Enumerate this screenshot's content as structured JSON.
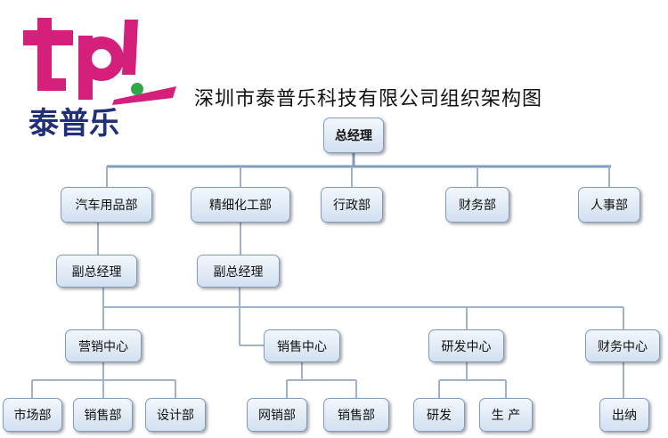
{
  "logo": {
    "mark": "tpl",
    "company_name": "泰普乐"
  },
  "title": "深圳市泰普乐科技有限公司组织架构图",
  "colors": {
    "logo_magenta": "#d4207a",
    "logo_green": "#2fa84a",
    "logo_navy": "#22307a",
    "node_border": "#7f9cbf",
    "line": "#9fb2cc",
    "bus_line": "#7f9cbf"
  },
  "org": {
    "ceo": "总经理",
    "departments": {
      "auto": "汽车用品部",
      "chem": "精细化工部",
      "admin": "行政部",
      "finance": "财务部",
      "hr": "人事部"
    },
    "deputy_auto": "副总经理",
    "deputy_chem": "副总经理",
    "centers": {
      "marketing": "营销中心",
      "sales": "销售中心",
      "rnd": "研发中心",
      "finance": "财务中心"
    },
    "units": {
      "market": "市场部",
      "sales1": "销售部",
      "design": "设计部",
      "online": "网销部",
      "sales2": "销售部",
      "research": "研发",
      "production": "生 产",
      "cashier": "出纳"
    }
  }
}
